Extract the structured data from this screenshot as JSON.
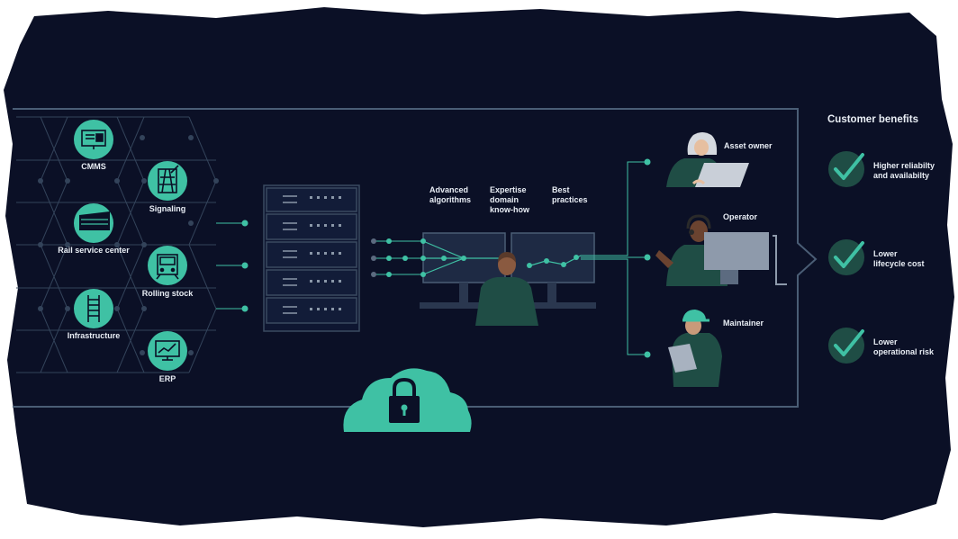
{
  "sources": [
    {
      "label": "CMMS",
      "icon": "monitor-icon"
    },
    {
      "label": "Signaling",
      "icon": "railway-signal-icon"
    },
    {
      "label": "Rail service center",
      "icon": "rail-service-center-icon"
    },
    {
      "label": "Rolling stock",
      "icon": "train-icon"
    },
    {
      "label": "Infrastructure",
      "icon": "track-icon"
    },
    {
      "label": "ERP",
      "icon": "chart-monitor-icon"
    }
  ],
  "analytics": {
    "advanced": "Advanced\nalgorithms",
    "expertise": "Expertise\ndomain\nknow-how",
    "best": "Best\npractices"
  },
  "roles": {
    "asset_owner": "Asset owner",
    "operator": "Operator",
    "maintainer": "Maintainer"
  },
  "benefits": {
    "title": "Customer benefits",
    "items": [
      "Higher reliabilty\nand availabilty",
      "Lower\nlifecycle cost",
      "Lower\noperational risk"
    ]
  },
  "colors": {
    "background": "#0b1026",
    "accent": "#3fc1a4",
    "accent_dark": "#1f4d45",
    "frame": "#4a5d75",
    "server": "#3a4a60"
  },
  "icons": {
    "cloud": "cloud-lock-icon",
    "check": "check-icon"
  }
}
